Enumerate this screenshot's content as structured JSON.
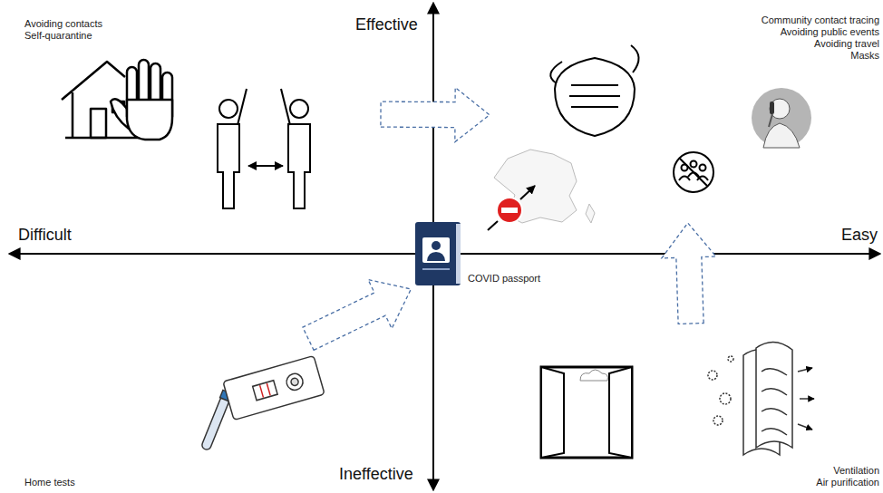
{
  "diagram": {
    "nodes": [
      {
        "text": [
          "Avoiding contacts",
          "Self-quarantine"
        ]
      },
      {
        "text": [
          "Community contact tracing",
          "Avoiding public events",
          "Avoiding travel",
          "Masks"
        ]
      },
      {
        "text": [
          "COVID passport"
        ]
      },
      {
        "text": [
          "Home tests"
        ]
      },
      {
        "text": [
          "Ventilation",
          "Air purification"
        ]
      }
    ],
    "edges": [
      {
        "from": 0,
        "to": 1,
        "arrow": "to"
      },
      {
        "from": 3,
        "to": 2,
        "arrow": "to"
      },
      {
        "from": 4,
        "to": 1,
        "arrow": "to"
      }
    ],
    "labels": [
      "Effective",
      "Difficult",
      "Easy",
      "Ineffective"
    ]
  }
}
